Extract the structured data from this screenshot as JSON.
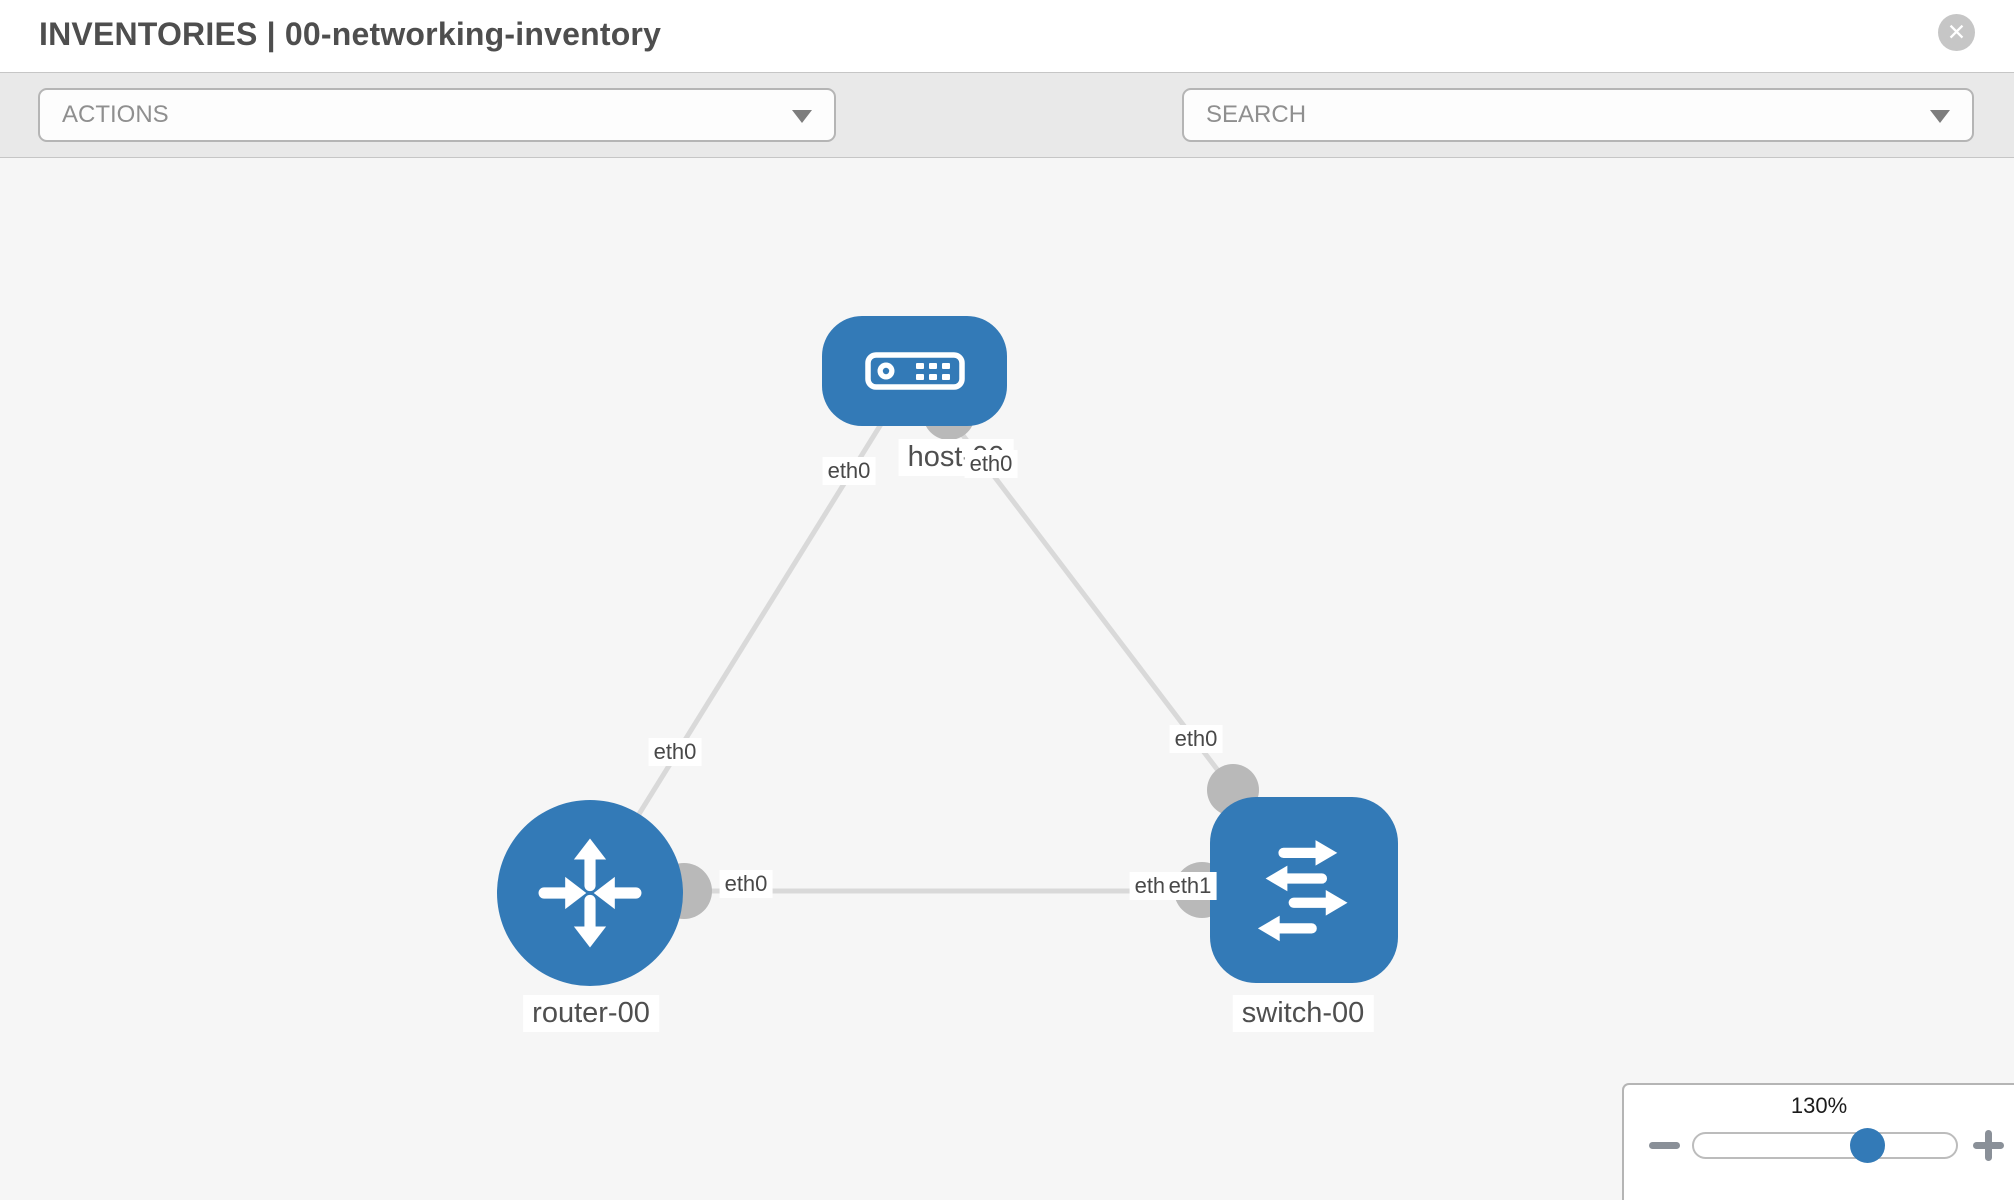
{
  "header": {
    "title": "INVENTORIES | 00-networking-inventory",
    "close_glyph": "✕"
  },
  "toolbar": {
    "actions_placeholder": "ACTIONS",
    "search_placeholder": "SEARCH",
    "icons": [
      "wrench-icon",
      "key-icon"
    ]
  },
  "colors": {
    "node_blue": "#337ab7",
    "port_gray": "#b9b9b9",
    "link_gray": "#d9d9d9",
    "icon_gray": "#8a9098"
  },
  "graph": {
    "nodes": [
      {
        "id": "host-00",
        "type": "host",
        "label": "host-00"
      },
      {
        "id": "router-00",
        "type": "router",
        "label": "router-00"
      },
      {
        "id": "switch-00",
        "type": "switch",
        "label": "switch-00"
      }
    ],
    "links": [
      {
        "source": "host-00",
        "target": "router-00",
        "source_interface": "eth0",
        "target_interface": "eth0"
      },
      {
        "source": "host-00",
        "target": "switch-00",
        "source_interface": "eth0",
        "target_interface": "eth0"
      },
      {
        "source": "router-00",
        "target": "switch-00",
        "source_interface": "eth0",
        "target_interface": "eth1",
        "occluded_label": "eth0"
      }
    ]
  },
  "zoom_control": {
    "zoom_level": "130%"
  }
}
